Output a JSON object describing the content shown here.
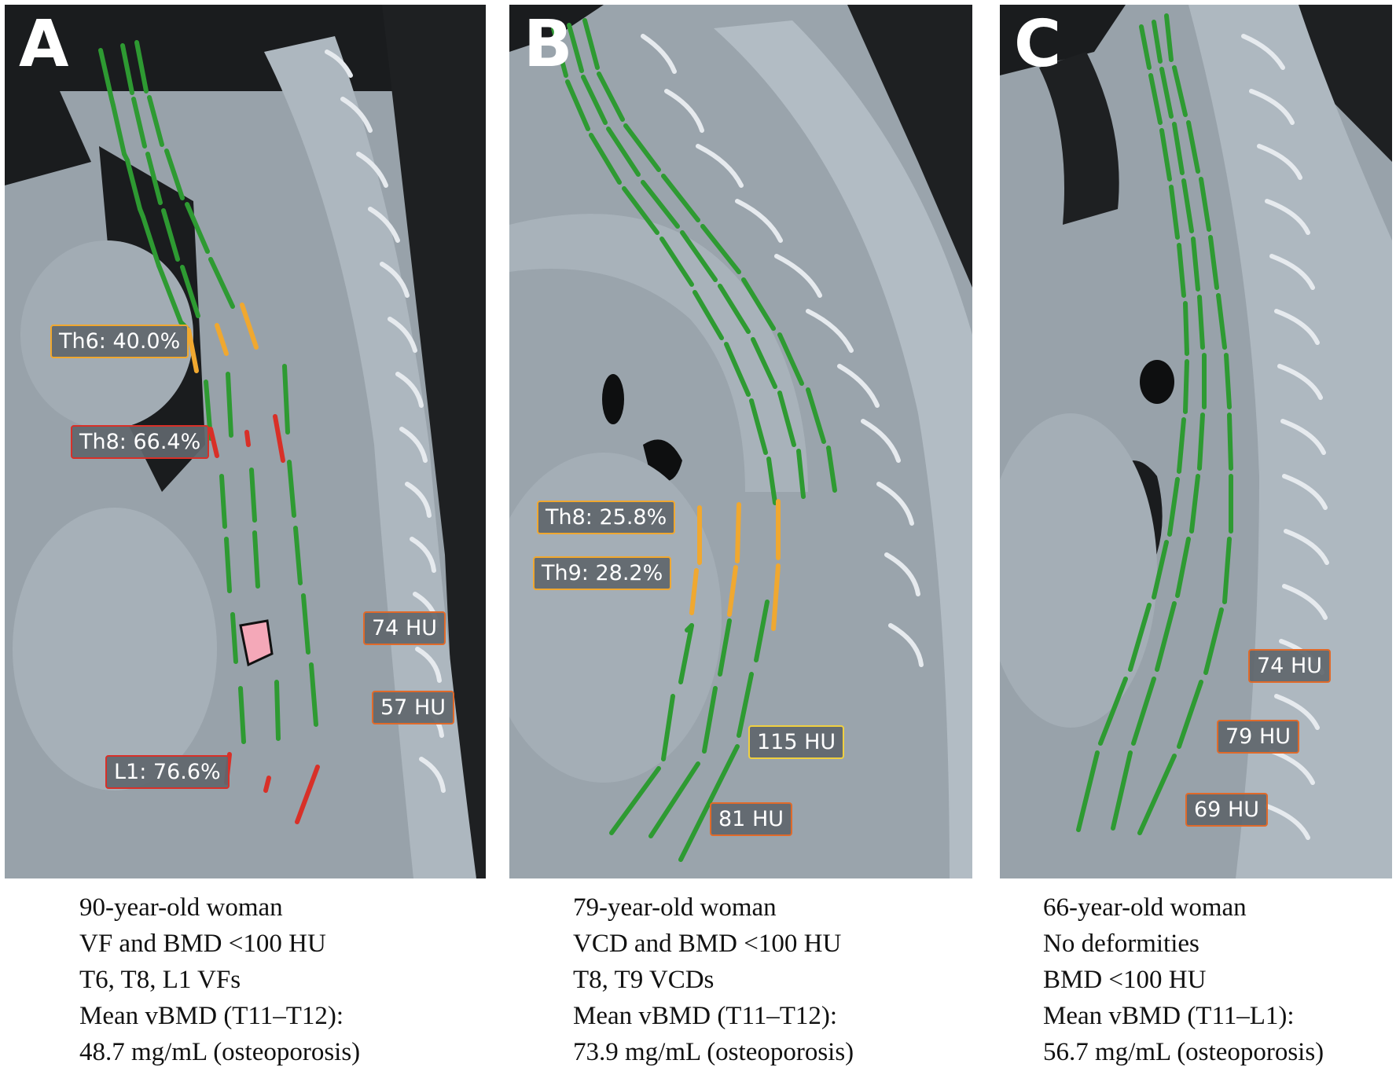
{
  "panels": [
    {
      "letter": "A",
      "labels": {
        "th6": "Th6:  40.0%",
        "th8": "Th8:  66.4%",
        "l1": "L1:  76.6%",
        "hu1": "74 HU",
        "hu2": "57 HU"
      },
      "caption": [
        "90-year-old woman",
        "VF and BMD <100 HU",
        "T6, T8, L1 VFs",
        "Mean vBMD (T11–T12):",
        "48.7 mg/mL (osteoporosis)"
      ]
    },
    {
      "letter": "B",
      "labels": {
        "th8": "Th8:  25.8%",
        "th9": "Th9:  28.2%",
        "hu1": "115 HU",
        "hu2": "81 HU"
      },
      "caption": [
        "79-year-old woman",
        "VCD and BMD <100 HU",
        "T8, T9 VCDs",
        "Mean vBMD (T11–T12):",
        "73.9 mg/mL (osteoporosis)"
      ]
    },
    {
      "letter": "C",
      "labels": {
        "hu1": "74 HU",
        "hu2": "79 HU",
        "hu3": "69 HU"
      },
      "caption": [
        "66-year-old woman",
        "No deformities",
        "BMD <100 HU",
        "Mean vBMD (T11–L1):",
        "56.7 mg/mL (osteoporosis)"
      ]
    }
  ],
  "colors": {
    "spine_line": "#2e9a32",
    "mild_deformity": "#f0a830",
    "severe_deformity": "#d83028",
    "roi": "#f4a8b8"
  }
}
